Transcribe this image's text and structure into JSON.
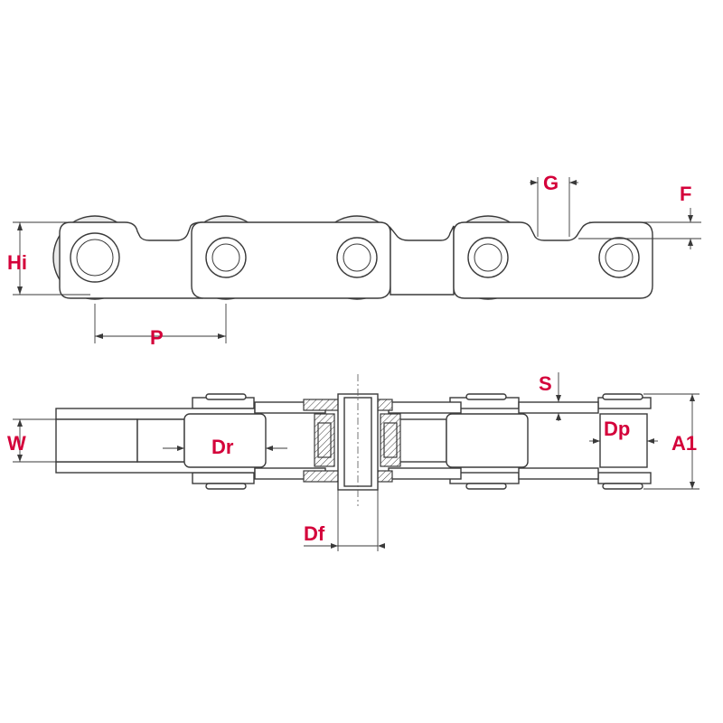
{
  "labels": {
    "hi": "Hi",
    "p": "P",
    "g": "G",
    "f": "F",
    "w": "W",
    "dr": "Dr",
    "s": "S",
    "dp": "Dp",
    "a1": "A1",
    "df": "Df"
  },
  "colors": {
    "label": "#d4003a",
    "line": "#3a3a3a",
    "background": "#ffffff"
  }
}
